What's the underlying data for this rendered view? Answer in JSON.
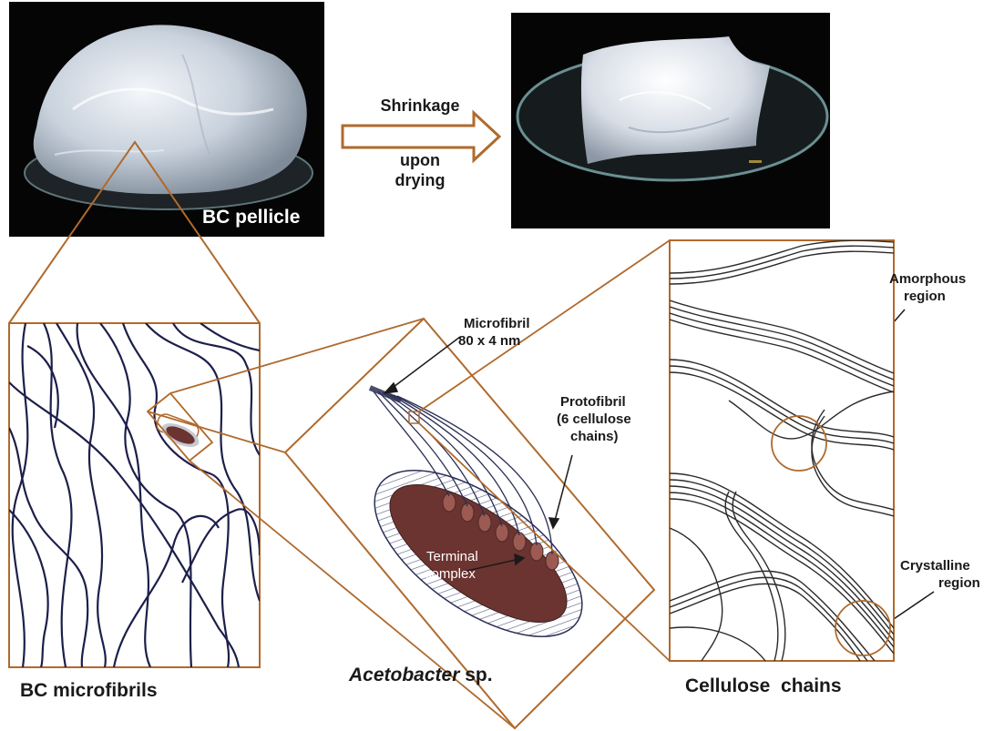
{
  "photos": {
    "wet_caption": "BC pellicle"
  },
  "arrow": {
    "line1": "Shrinkage",
    "line2": "upon",
    "line3": "drying"
  },
  "panels": {
    "microfibrils_caption": "BC microfibrils",
    "bacterium_caption_genus": "Acetobacter",
    "bacterium_caption_rest": " sp.",
    "chains_caption": "Cellulose  chains"
  },
  "callouts": {
    "microfibril_l1": "Microfibril",
    "microfibril_l2": "80 x 4 nm",
    "protofibril_l1": "Protofibril",
    "protofibril_l2": "(6 cellulose",
    "protofibril_l3": "chains)",
    "terminal_l1": "Terminal",
    "terminal_l2": "complex",
    "amorphous_l1": "Amorphous",
    "amorphous_l2": "region",
    "crystalline_l1": "Crystalline",
    "crystalline_l2": "region"
  },
  "colors": {
    "accent": "#b06a2c",
    "fibril": "#1c1f4a",
    "cell_body": "#6b3430",
    "photo_bg": "#050505"
  }
}
